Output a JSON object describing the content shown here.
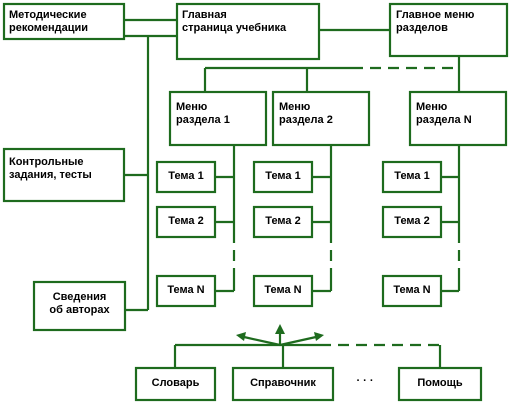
{
  "colors": {
    "line": "#1e6b1e",
    "text": "#000000",
    "background": "#ffffff"
  },
  "nodes": {
    "methodical": {
      "line1": "Методические",
      "line2": "рекомендации"
    },
    "main_page": {
      "line1": "Главная",
      "line2": "страница учебника"
    },
    "main_menu": {
      "line1": "Главное меню",
      "line2": "разделов"
    },
    "tests": {
      "line1": "Контрольные",
      "line2": "задания, тесты"
    },
    "authors": {
      "line1": "Сведения",
      "line2": "об авторах"
    },
    "section1": {
      "line1": "Меню",
      "line2": "раздела 1"
    },
    "section2": {
      "line1": "Меню",
      "line2": "раздела 2"
    },
    "sectionN": {
      "line1": "Меню",
      "line2": "раздела N"
    },
    "topics": {
      "t1": "Тема 1",
      "t2": "Тема 2",
      "tn": "Тема N"
    },
    "glossary": "Словарь",
    "reference": "Справочник",
    "ellipsis": "· · ·",
    "help": "Помощь"
  }
}
